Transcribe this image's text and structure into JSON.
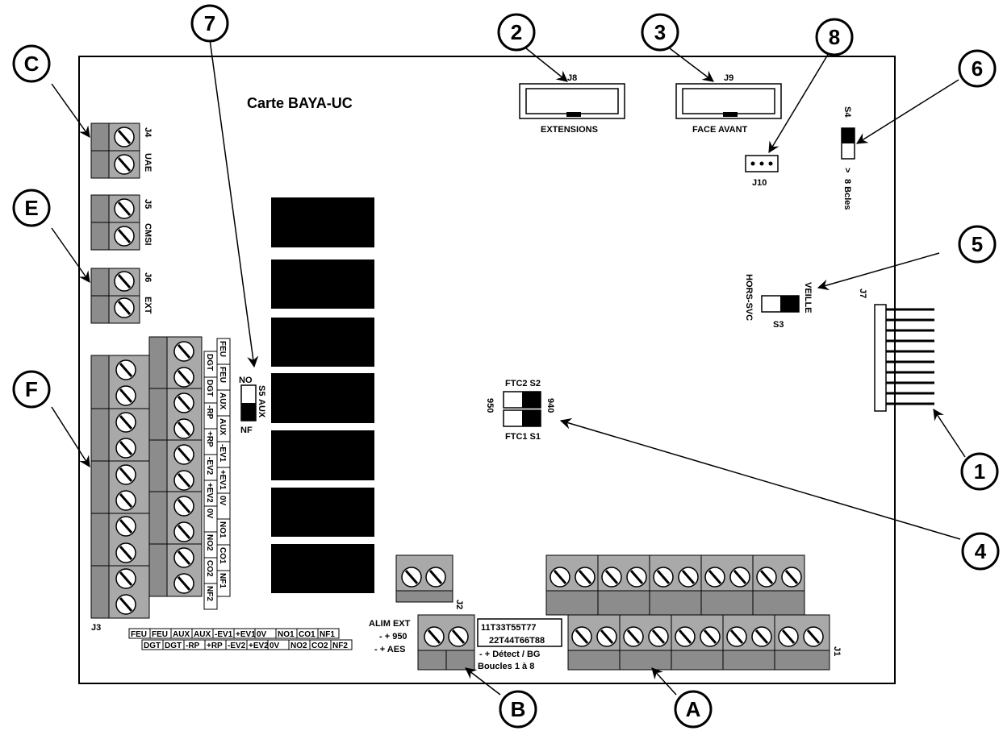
{
  "board": {
    "title": "Carte BAYA-UC",
    "j8": "J8",
    "j8_label": "EXTENSIONS",
    "j9": "J9",
    "j9_label": "FACE AVANT",
    "j10": "J10",
    "s4": "S4",
    "s4_label": "8 Bcles",
    "j7": "J7",
    "s3": "S3",
    "s3_left": "HORS-SVC",
    "s3_right": "VEILLE",
    "s2": "FTC2 S2",
    "s1": "FTC1 S1",
    "v950": "950",
    "v940": "940",
    "s5": "S5",
    "s5_no": "NO",
    "s5_aux": "AUX",
    "s5_nf": "NF",
    "j4": "J4",
    "j4_label": "UAE",
    "j5": "J5",
    "j5_label": "CMSI",
    "j6": "J6",
    "j6_label": "EXT",
    "j3": "J3",
    "j2": "J2",
    "j1": "J1",
    "alim_ext": "ALIM EXT",
    "alim_950": "- + 950",
    "alim_aes": "- + AES",
    "box_line1": "11T33T55T77",
    "box_line2": "22T44T66T88",
    "detect": "- + Détect / BG",
    "boucles": "Boucles 1 à 8",
    "j3_labels_a": [
      "FEU",
      "FEU",
      "AUX",
      "AUX",
      "-EV1",
      "+EV1",
      "0V",
      "NO1",
      "CO1",
      "NF1"
    ],
    "j3_labels_b": [
      "DGT",
      "DGT",
      "-RP",
      "+RP",
      "-EV2",
      "+EV2",
      "0V",
      "NO2",
      "CO2",
      "NF2"
    ]
  },
  "callouts": {
    "c1": "1",
    "c2": "2",
    "c3": "3",
    "c4": "4",
    "c5": "5",
    "c6": "6",
    "c7": "7",
    "c8": "8",
    "cA": "A",
    "cB": "B",
    "cC": "C",
    "cE": "E",
    "cF": "F"
  }
}
